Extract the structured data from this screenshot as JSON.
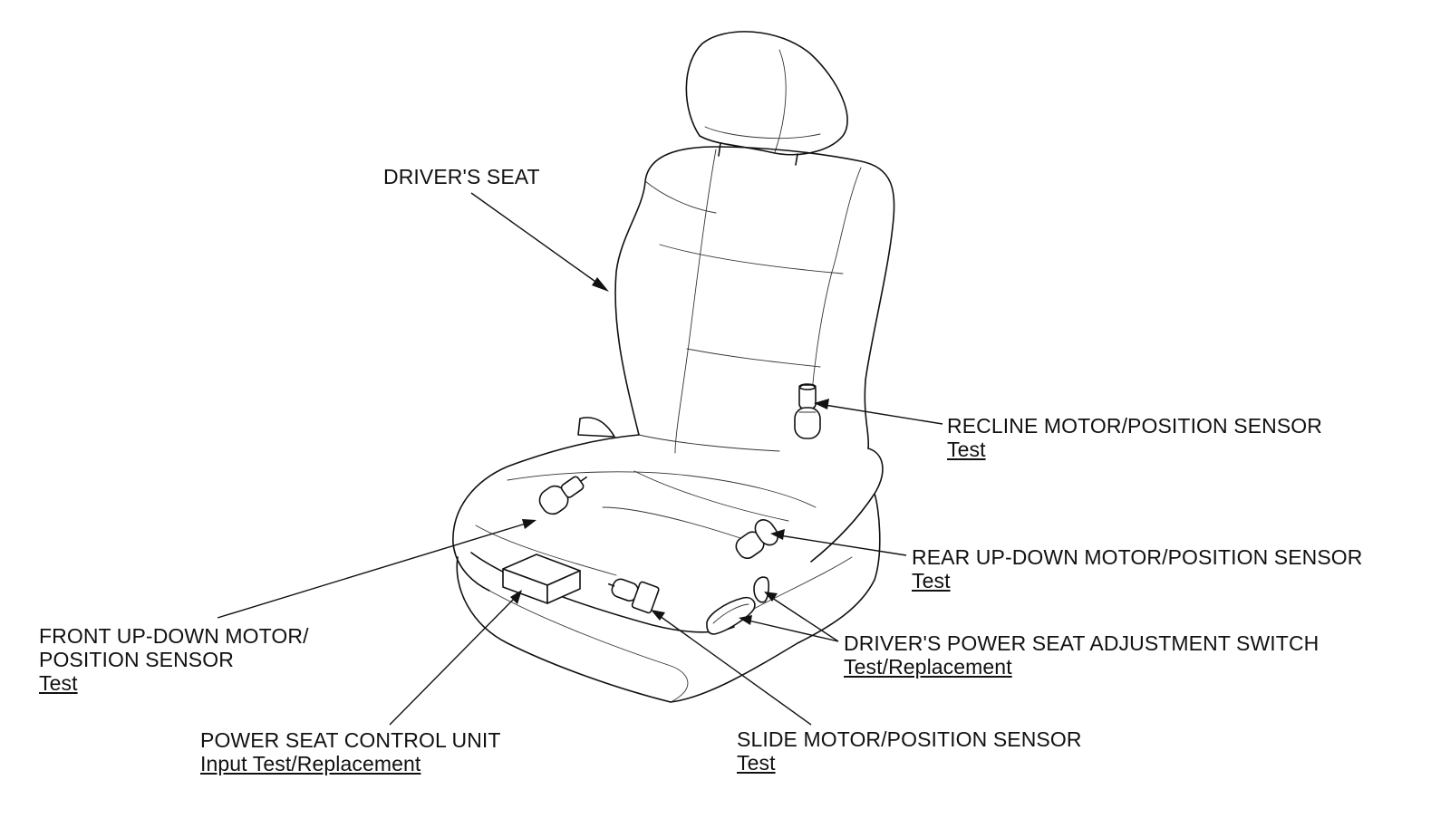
{
  "callouts": {
    "drivers_seat": {
      "line1": "DRIVER'S SEAT"
    },
    "recline_motor": {
      "line1": "RECLINE MOTOR/POSITION SENSOR",
      "link": "Test"
    },
    "rear_updown_motor": {
      "line1": "REAR UP-DOWN MOTOR/POSITION SENSOR",
      "link": "Test"
    },
    "adjustment_switch": {
      "line1": "DRIVER'S POWER SEAT ADJUSTMENT SWITCH",
      "link": "Test/Replacement"
    },
    "front_updown_motor": {
      "line1": "FRONT UP-DOWN MOTOR/",
      "line2": "POSITION SENSOR",
      "link": "Test"
    },
    "control_unit": {
      "line1": "POWER SEAT CONTROL UNIT",
      "link": "Input Test/Replacement"
    },
    "slide_motor": {
      "line1": "SLIDE MOTOR/POSITION SENSOR",
      "link": "Test"
    }
  },
  "colors": {
    "ink": "#111111",
    "background": "#ffffff"
  }
}
